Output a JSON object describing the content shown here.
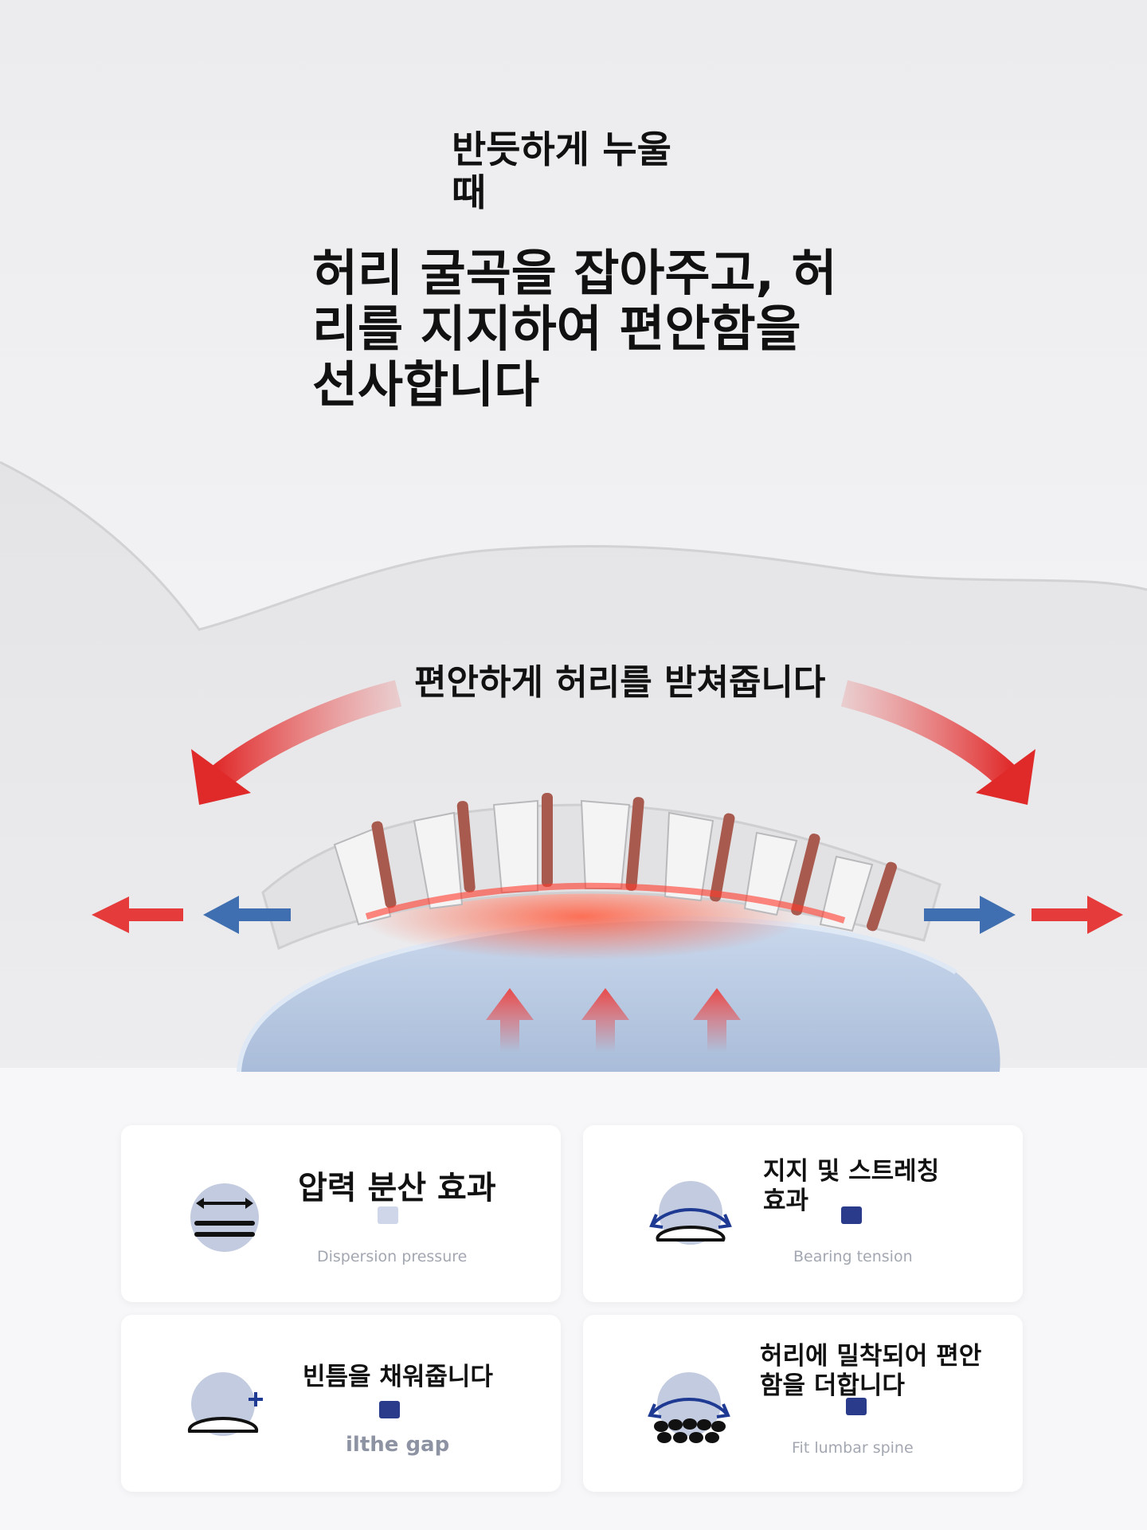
{
  "hero": {
    "subtitle": "반듯하게 누울 때",
    "headline": "허리 굴곡을 잡아주고, 허리를 지지하여 편안함을 선사합니다",
    "support_label": "편안하게 허리를 받쳐줍니다"
  },
  "features": [
    {
      "title": "압력 분산 효과",
      "subtitle": "Dispersion pressure",
      "icon": "pressure-dispersion-icon"
    },
    {
      "title": "지지 및 스트레칭 효과",
      "subtitle": "Bearing tension",
      "icon": "stretch-arc-icon"
    },
    {
      "title": "빈틈을 채워줍니다",
      "subtitle": "ilthe gap",
      "icon": "fill-gap-icon"
    },
    {
      "title": "허리에 밀착되어 편안함을 더합니다",
      "subtitle": "Fit lumbar spine",
      "icon": "lumbar-fit-icon"
    }
  ],
  "colors": {
    "accent_red": "#e53935",
    "accent_blue": "#3f6fb0",
    "pillow": "#b9c9e2",
    "icon_circle": "#c3cbe0",
    "icon_blue": "#1f3a93"
  }
}
